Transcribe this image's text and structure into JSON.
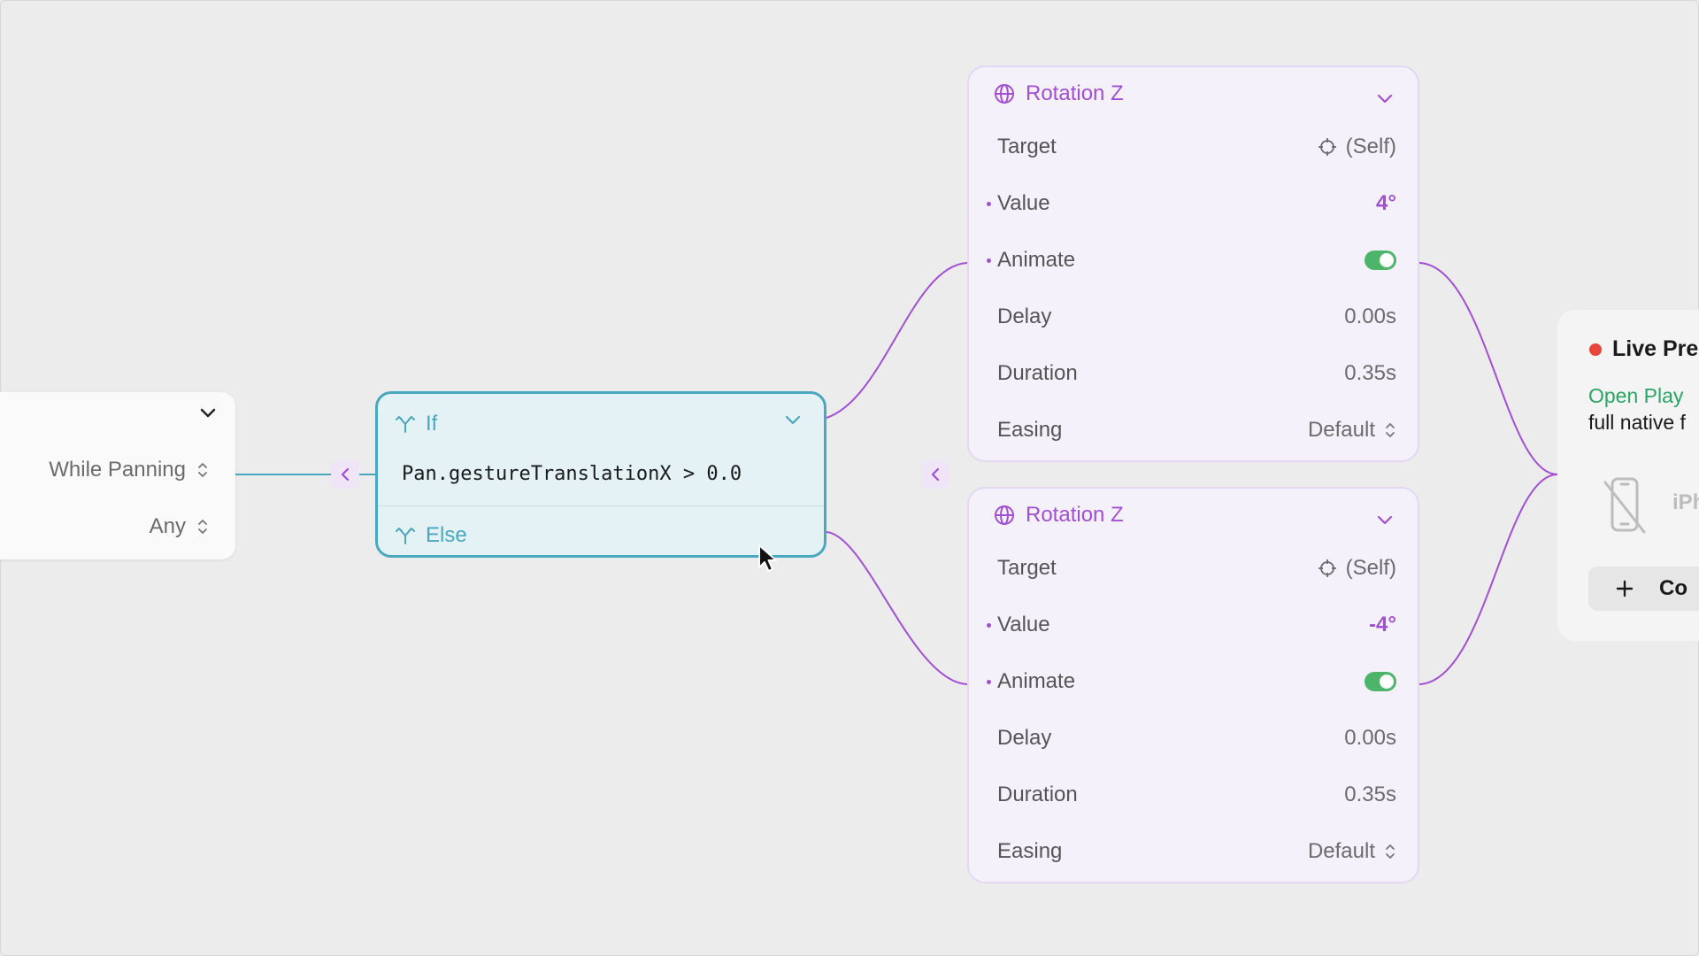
{
  "trigger": {
    "while_label": "While Panning",
    "any_label": "Any"
  },
  "if_node": {
    "if_label": "If",
    "condition": "Pan.gestureTranslationX > 0.0",
    "else_label": "Else"
  },
  "rotation_cards": [
    {
      "title": "Rotation Z",
      "target_label": "Target",
      "target_value": "(Self)",
      "value_label": "Value",
      "value": "4°",
      "animate_label": "Animate",
      "animate_on": true,
      "delay_label": "Delay",
      "delay_value": "0.00s",
      "duration_label": "Duration",
      "duration_value": "0.35s",
      "easing_label": "Easing",
      "easing_value": "Default"
    },
    {
      "title": "Rotation Z",
      "target_label": "Target",
      "target_value": "(Self)",
      "value_label": "Value",
      "value": "-4°",
      "animate_label": "Animate",
      "animate_on": true,
      "delay_label": "Delay",
      "delay_value": "0.00s",
      "duration_label": "Duration",
      "duration_value": "0.35s",
      "easing_label": "Easing",
      "easing_value": "Default"
    }
  ],
  "live_preview": {
    "title": "Live Pre",
    "link_text": "Open Play",
    "desc_text": "full native f",
    "device_name": "iPh",
    "connect_label": "Co"
  },
  "colors": {
    "canvas": "#ececec",
    "if_accent": "#4aa7c0",
    "rotation_accent": "#a24fd6",
    "toggle_on": "#4db56a",
    "record_dot": "#e8453c",
    "link_green": "#2aa563"
  }
}
